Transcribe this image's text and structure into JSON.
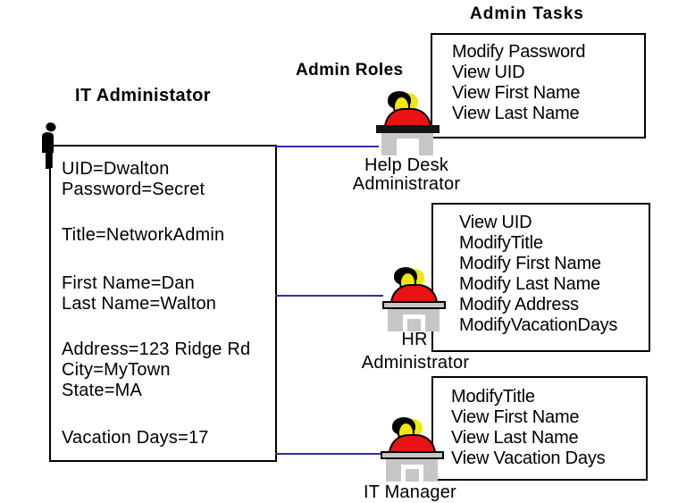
{
  "diagram": {
    "left_heading": "IT Administator",
    "roles_heading": "Admin Roles",
    "tasks_heading": "Admin Tasks",
    "profile": {
      "lines": [
        "UID=Dwalton",
        "Password=Secret",
        "Title=NetworkAdmin",
        "First Name=Dan",
        "Last Name=Walton",
        "Address=123 Ridge Rd",
        "City=MyTown",
        "State=MA",
        "Vacation Days=17"
      ]
    },
    "roles": [
      {
        "name_line1": "Help Desk",
        "name_line2": "Administrator",
        "tasks": [
          "Modify Password",
          "View UID",
          "View First Name",
          "View Last Name"
        ]
      },
      {
        "name_line1": "HR",
        "name_line2": "Administrator",
        "tasks": [
          "View UID",
          "ModifyTitle",
          "Modify First Name",
          "Modify Last Name",
          "Modify Address",
          "ModifyVacationDays"
        ]
      },
      {
        "name_line1": "IT Manager",
        "name_line2": "",
        "tasks": [
          "ModifyTitle",
          "View First Name",
          "View Last Name",
          "View Vacation Days"
        ]
      }
    ],
    "icons": {
      "user": "person-silhouette-icon",
      "role": "person-at-desk-icon"
    },
    "colors": {
      "connector_blue": "#2e2ea8",
      "desk_gray": "#c6c6c6",
      "shirt_red": "#ea1212",
      "skin_yellow": "#f2e60a",
      "hair_black": "#000000",
      "border_black": "#000000"
    }
  }
}
